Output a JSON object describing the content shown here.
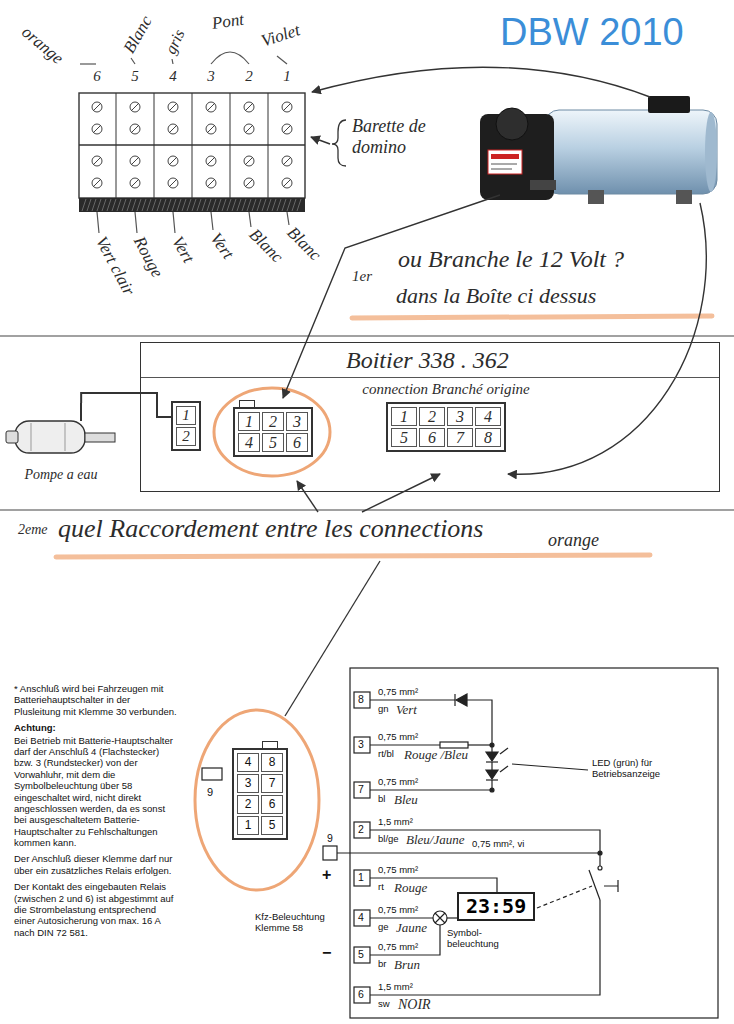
{
  "diagram": {
    "title": "DBW 2010",
    "nodes": [
      {
        "text": [
          "6",
          "5",
          "4",
          "3",
          "2",
          "1"
        ]
      },
      {
        "text": [
          "Pompe a eau"
        ]
      },
      {
        "text": [
          "Boitier 338 . 362"
        ]
      },
      {
        "text": [
          "1",
          "2"
        ],
        "in": 2
      },
      {
        "text": [
          "1",
          "2",
          "3",
          "4",
          "5",
          "6"
        ],
        "in": 2
      },
      {
        "text": [
          "connection Branché origine",
          "1",
          "2",
          "3",
          "4",
          "5",
          "6",
          "7",
          "8"
        ],
        "in": 2
      },
      {
        "text": [
          "4",
          "8",
          "3",
          "7",
          "2",
          "6",
          "1",
          "5"
        ]
      },
      {
        "text": [
          "23:59"
        ]
      }
    ],
    "edges": [
      {
        "from": 1,
        "to": 3,
        "arrow": "none"
      }
    ],
    "labels": [
      "orange",
      "Blanc",
      "gris",
      "Pont",
      "Violet",
      "Barette de domino",
      "Vert clair",
      "Rouge",
      "Vert",
      "Vert",
      "Blanc",
      "Blanc",
      "1er",
      "ou Branche le 12 Volt ?",
      "dans la Boîte ci dessus",
      "2eme",
      "quel Raccordement entre les connections",
      "orange",
      "* Anschluß wird bei Fahrzeugen mit Batteriehauptschalter in der Plusleitung mit Klemme 30 verbunden.",
      "Achtung:",
      "Bei Betrieb mit Batterie-Hauptschalter darf der Anschluß 4 (Flachstecker) bzw. 3 (Rundstecker) von der Vorwahluhr, mit dem die Symbolbeleuchtung über 58 eingeschaltet wird, nicht direkt angeschlossen werden, da es sonst bei ausgeschaltetem Batterie-Hauptschalter zu Fehlschaltungen kommen kann.",
      "Der Anschluß dieser Klemme darf nur über ein zusätzliches Relais erfolgen.",
      "Der Kontakt des eingebauten Relais (zwischen 2 und 6) ist abgestimmt auf die Strombelastung entsprechend einer Autosicherung von max. 16 A nach DIN 72 581.",
      "9",
      "Kfz-Beleuchtung Klemme 58",
      "+",
      "−",
      "8",
      "3",
      "7",
      "2",
      "9",
      "1",
      "4",
      "5",
      "6",
      "0,75 mm²",
      "gn",
      "Vert",
      "0,75 mm²",
      "rt/bl",
      "Rouge /Bleu",
      "0,75 mm²",
      "bl",
      "Bleu",
      "1,5 mm²",
      "bl/ge",
      "Bleu/Jaune",
      "0,75 mm², vi",
      "0,75 mm²",
      "rt",
      "Rouge",
      "0,75 mm²",
      "ge",
      "Jaune",
      "0,75 mm²",
      "br",
      "Brun",
      "1,5 mm²",
      "sw",
      "NOIR",
      "LED (grün) für Betriebsanzeige",
      "Symbol- beleuchtung"
    ]
  }
}
